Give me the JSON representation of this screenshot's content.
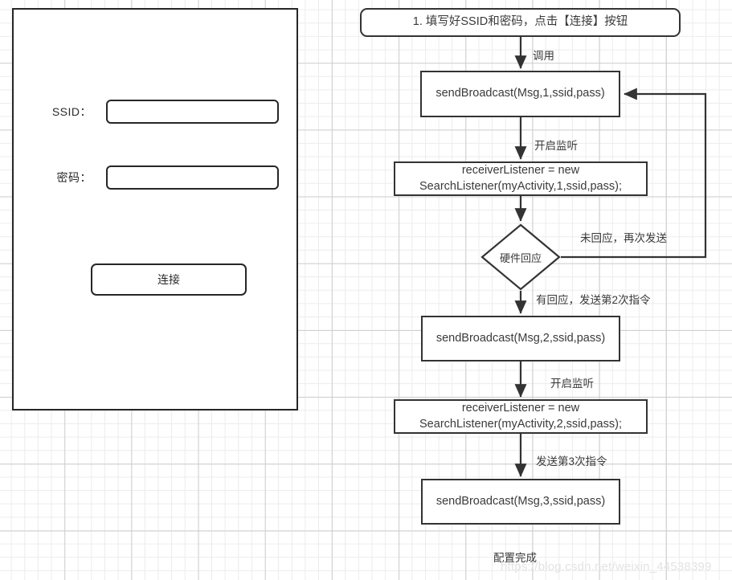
{
  "mock_ui": {
    "ssid": {
      "label": "SSID：",
      "value": "",
      "placeholder": ""
    },
    "password": {
      "label": "密码：",
      "value": "",
      "placeholder": ""
    },
    "connect_button": "连接"
  },
  "flowchart": {
    "nodes": [
      {
        "id": "start",
        "text": "1. 填写好SSID和密码，点击【连接】按钮"
      },
      {
        "id": "send1",
        "text": "sendBroadcast(Msg,1,ssid,pass)"
      },
      {
        "id": "listener1",
        "text": "receiverListener = new\nSearchListener(myActivity,1,ssid,pass);"
      },
      {
        "id": "decision",
        "text": "硬件回应"
      },
      {
        "id": "send2",
        "text": "sendBroadcast(Msg,2,ssid,pass)"
      },
      {
        "id": "listener2",
        "text": "receiverListener = new\nSearchListener(myActivity,2,ssid,pass);"
      },
      {
        "id": "send3",
        "text": "sendBroadcast(Msg,3,ssid,pass)"
      }
    ],
    "edge_labels": [
      {
        "id": "e1",
        "text": "调用"
      },
      {
        "id": "e2",
        "text": "开启监听"
      },
      {
        "id": "e3",
        "text": "未回应，再次发送"
      },
      {
        "id": "e4",
        "text": "有回应，发送第2次指令"
      },
      {
        "id": "e5",
        "text": "开启监听"
      },
      {
        "id": "e6",
        "text": "发送第3次指令"
      }
    ],
    "end_label": "配置完成"
  },
  "watermark": "https://blog.csdn.net/weixin_44538399",
  "colors": {
    "stroke": "#333333",
    "panel_stroke": "#262626",
    "text": "#3a3a3a",
    "grid_minor": "#ececec",
    "grid_major": "#cfcfcf",
    "watermark": "#e3e3e3"
  }
}
